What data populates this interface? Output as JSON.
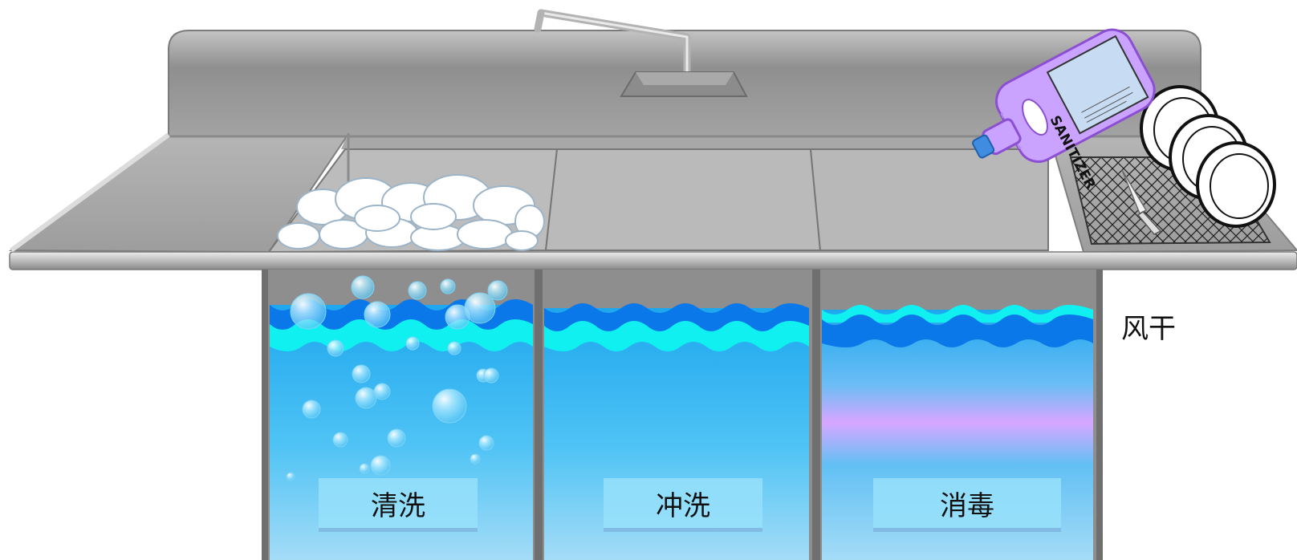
{
  "labels": {
    "wash": "清洗",
    "rinse": "冲洗",
    "sanitize": "消毒",
    "air_dry": "风干"
  },
  "bottle": {
    "label_text": "SANITIZER",
    "color": "#c9a3ff"
  },
  "colors": {
    "steel": "#9a9a9a",
    "water": "#4fc3f5",
    "wave_dark": "#0a78e8",
    "wave_light": "#11f0f0",
    "sanitizer_tint": "#d7a6ff"
  },
  "icons": [
    "faucet-icon",
    "soap-suds-icon",
    "bubble-icon",
    "sanitizer-bottle-icon",
    "plate-icon",
    "knife-icon",
    "drying-rack-icon"
  ]
}
